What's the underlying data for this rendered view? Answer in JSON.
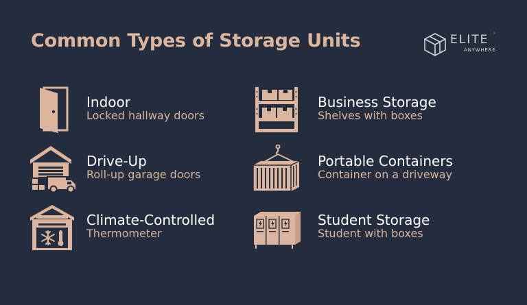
{
  "title": "Common Types of Storage Units",
  "logo": {
    "brand": "ELITE",
    "tm": "™",
    "sub": "ANYWHERE",
    "icon": "cube-outline-icon"
  },
  "colors": {
    "background": "#232d3e",
    "accent": "#dbb59d",
    "text": "#ffffff"
  },
  "types": [
    {
      "name": "Indoor",
      "desc": "Locked hallway doors",
      "icon": "door-icon"
    },
    {
      "name": "Business Storage",
      "desc": "Shelves with boxes",
      "icon": "shelves-with-boxes-icon"
    },
    {
      "name": "Drive-Up",
      "desc": "Roll-up garage doors",
      "icon": "garage-truck-icon"
    },
    {
      "name": "Portable Containers",
      "desc": "Container on a driveway",
      "icon": "hanging-container-icon"
    },
    {
      "name": "Climate-Controlled",
      "desc": "Thermometer",
      "icon": "snowflake-thermometer-icon"
    },
    {
      "name": "Student Storage",
      "desc": "Student with boxes",
      "icon": "storage-lockers-icon"
    }
  ]
}
